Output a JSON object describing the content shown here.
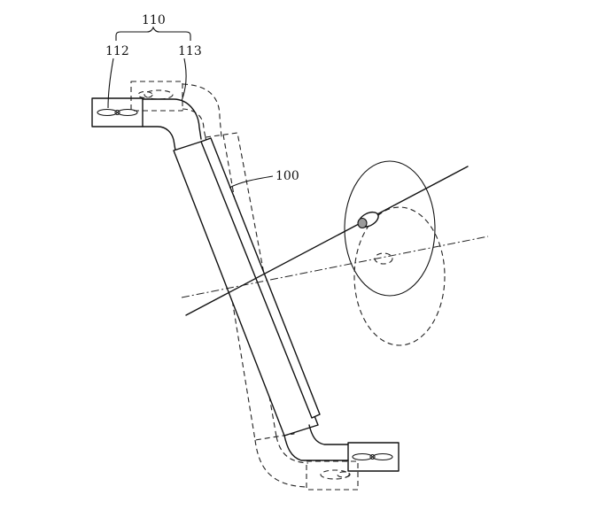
{
  "labels": {
    "group_ref": "110",
    "left_ref": "112",
    "right_ref": "113",
    "body_ref": "100"
  }
}
